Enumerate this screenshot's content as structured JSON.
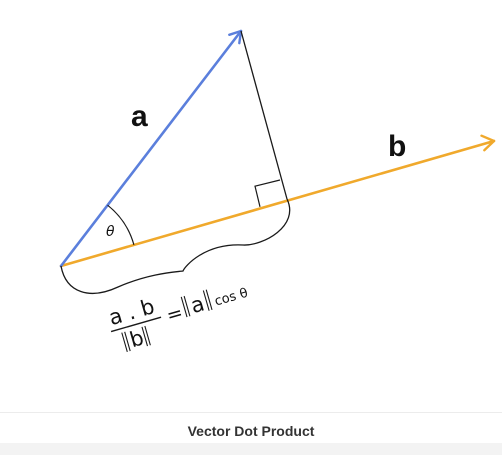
{
  "figure": {
    "caption": "Vector Dot Product",
    "colors": {
      "vector_a": "#5b7fdc",
      "vector_b": "#f0a92c",
      "lines": "#1a1a1a"
    },
    "labels": {
      "vector_a": "a",
      "vector_b": "b",
      "angle": "θ"
    },
    "formula": {
      "numerator": "a . b",
      "denominator": "b",
      "equals": "=",
      "rhs_vector": "a",
      "rhs_suffix": "cos θ"
    }
  }
}
